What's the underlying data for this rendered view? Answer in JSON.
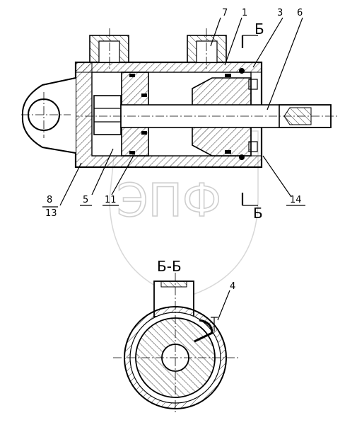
{
  "callouts": {
    "c7": "7",
    "c1": "1",
    "c3": "3",
    "c6": "6",
    "c8": "8",
    "c13": "13",
    "c5": "5",
    "c11": "11",
    "c14": "14",
    "c4": "4"
  },
  "section": {
    "marker_top": "Б",
    "marker_bottom": "Б",
    "view_title": "Б-Б"
  },
  "watermark": {
    "logo_text": "ЭПФ",
    "color": "#c9c9c9"
  },
  "colors": {
    "line": "#000000",
    "background": "#ffffff"
  }
}
